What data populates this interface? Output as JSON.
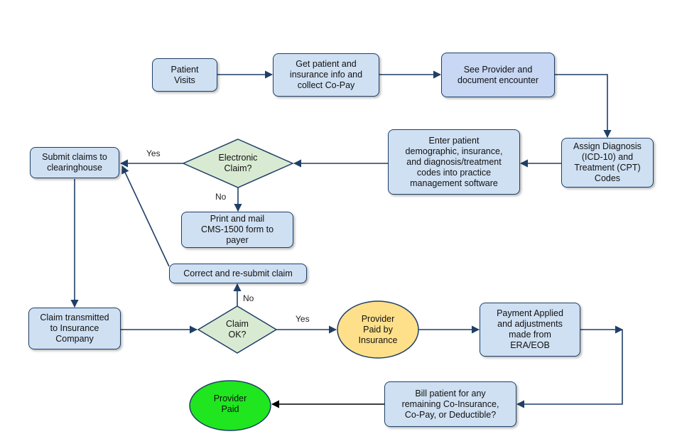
{
  "nodes": {
    "patient_visits": "Patient\nVisits",
    "get_patient_info": "Get patient and\ninsurance info and\ncollect Co-Pay",
    "see_provider": "See Provider and\ndocument encounter",
    "assign_diagnosis": "Assign Diagnosis\n(ICD-10) and\nTreatment (CPT)\nCodes",
    "enter_patient": "Enter patient\ndemographic, insurance,\nand diagnosis/treatment\ncodes into practice\nmanagement software",
    "electronic_claim": "Electronic\nClaim?",
    "submit_clearinghouse": "Submit claims to\nclearinghouse",
    "print_mail": "Print and mail\nCMS-1500 form to\npayer",
    "correct_resubmit": "Correct and re-submit claim",
    "claim_transmitted": "Claim transmitted\nto Insurance\nCompany",
    "claim_ok": "Claim\nOK?",
    "provider_paid_insurance": "Provider\nPaid by\nInsurance",
    "payment_applied": "Payment Applied\nand adjustments\nmade from\nERA/EOB",
    "bill_patient": "Bill patient for any\nremaining Co-Insurance,\nCo-Pay, or Deductible?",
    "provider_paid": "Provider\nPaid"
  },
  "labels": {
    "yes_electronic": "Yes",
    "no_electronic": "No",
    "no_claim": "No",
    "yes_claim": "Yes"
  },
  "colors": {
    "box_fill": "#cfe0f3",
    "box_highlight": "#c7d7f4",
    "border": "#1f3f66",
    "decision_fill": "#d9ead3",
    "insurance_oval": "#ffe08a",
    "paid_oval": "#1fe61f",
    "arrow": "#1f3f66"
  }
}
